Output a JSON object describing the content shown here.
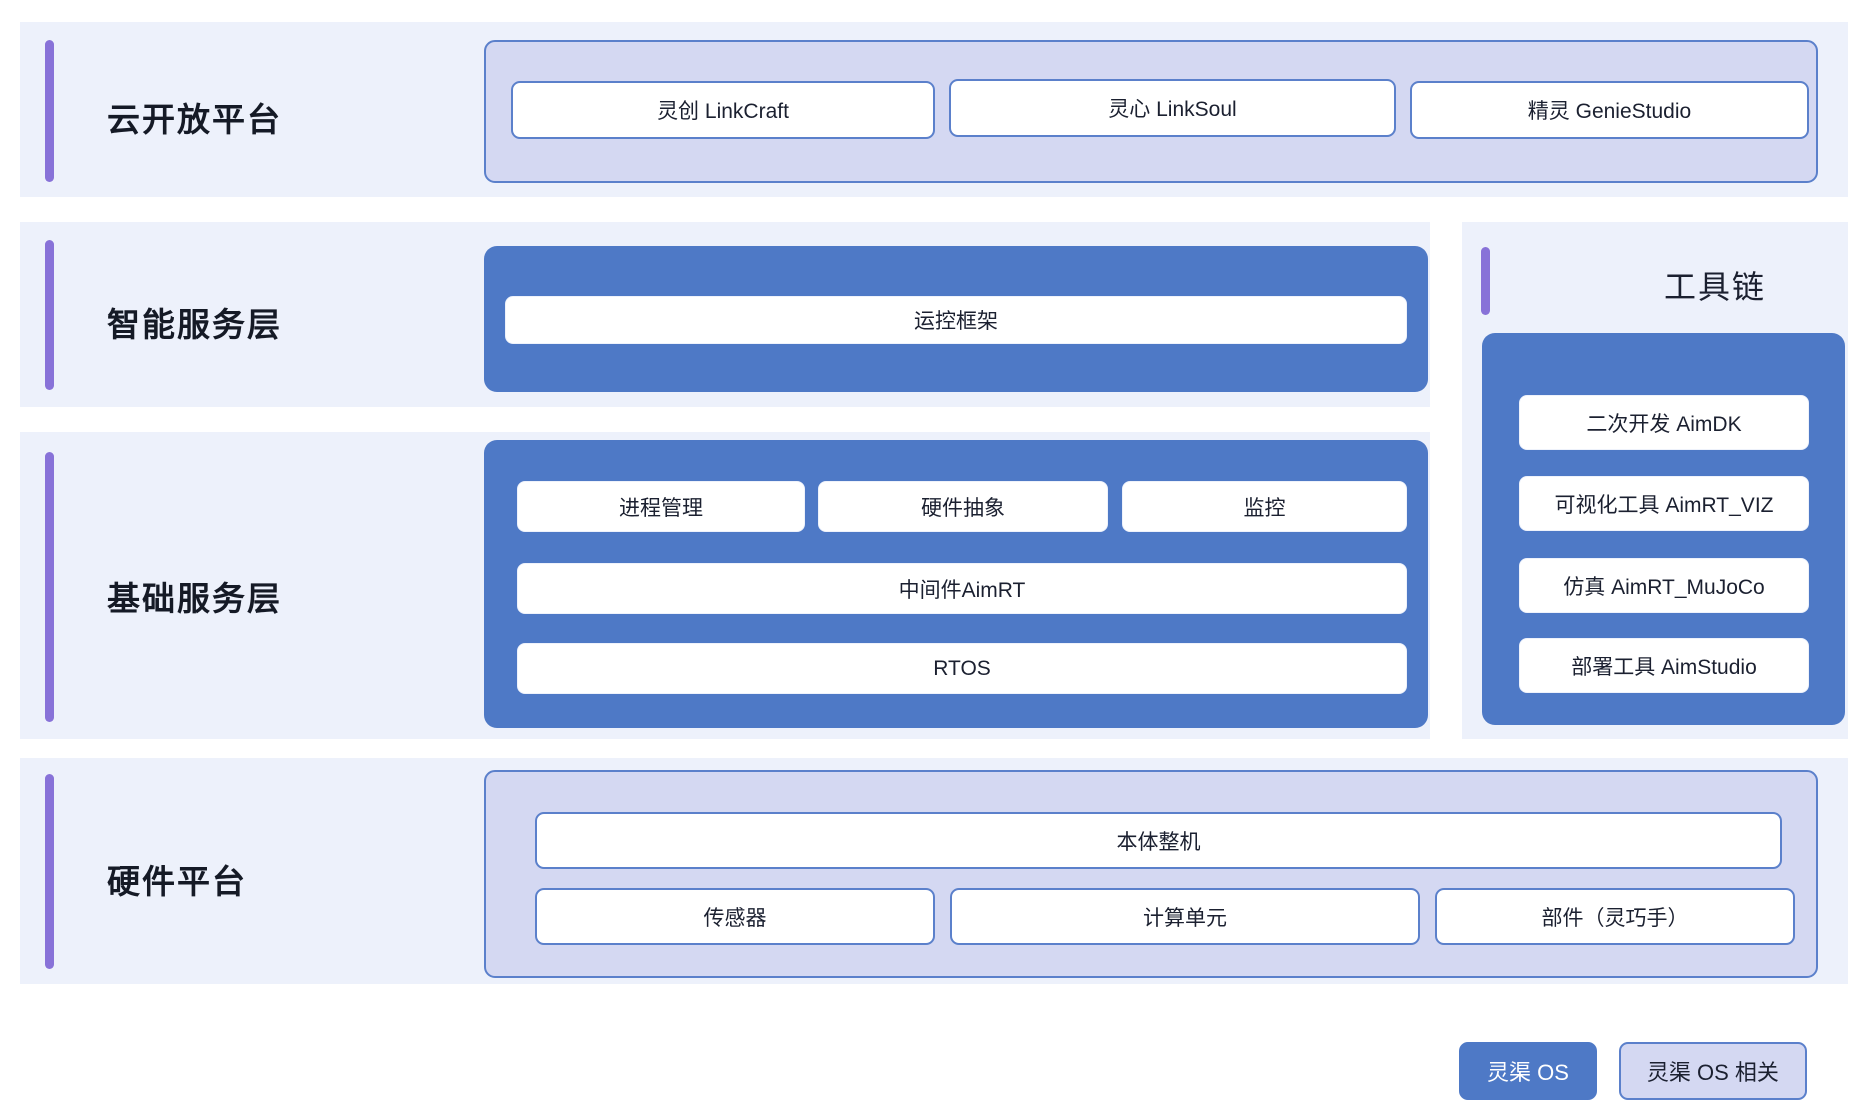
{
  "legend": {
    "items": [
      {
        "label": "灵渠 OS",
        "style": "filled",
        "color": "#4e79c6"
      },
      {
        "label": "灵渠 OS 相关",
        "style": "outline",
        "color": "#d4d8f2"
      }
    ]
  },
  "colors": {
    "accent_purple": "#8872d8",
    "panel_blue": "#4e79c6",
    "panel_lavender": "#d4d8f2",
    "band_background": "#edf1fb",
    "border_blue": "#5b80cb",
    "page_background": "#ffffff"
  },
  "layers": [
    {
      "id": "cloud-open-platform",
      "label": "云开放平台",
      "panel_style": "lavender",
      "groups": [
        {
          "items": [
            {
              "label": "灵创 LinkCraft"
            },
            {
              "label": "灵心 LinkSoul"
            },
            {
              "label": "精灵 GenieStudio"
            }
          ]
        }
      ]
    },
    {
      "id": "intelligent-service-layer",
      "label": "智能服务层",
      "panel_style": "blue",
      "groups": [
        {
          "items": [
            {
              "label": "运控框架"
            }
          ]
        }
      ]
    },
    {
      "id": "basic-service-layer",
      "label": "基础服务层",
      "panel_style": "blue",
      "groups": [
        {
          "items": [
            {
              "label": "进程管理"
            },
            {
              "label": "硬件抽象"
            },
            {
              "label": "监控"
            }
          ]
        },
        {
          "items": [
            {
              "label": "中间件AimRT"
            }
          ]
        },
        {
          "items": [
            {
              "label": "RTOS"
            }
          ]
        }
      ]
    },
    {
      "id": "hardware-platform",
      "label": "硬件平台",
      "panel_style": "lavender",
      "groups": [
        {
          "items": [
            {
              "label": "本体整机"
            }
          ]
        },
        {
          "items": [
            {
              "label": "传感器"
            },
            {
              "label": "计算单元"
            },
            {
              "label": "部件（灵巧手）"
            }
          ]
        }
      ]
    }
  ],
  "toolchain": {
    "title": "工具链",
    "panel_style": "blue",
    "items": [
      {
        "label": "二次开发 AimDK"
      },
      {
        "label": "可视化工具 AimRT_VIZ"
      },
      {
        "label": "仿真 AimRT_MuJoCo"
      },
      {
        "label": "部署工具 AimStudio"
      }
    ]
  }
}
